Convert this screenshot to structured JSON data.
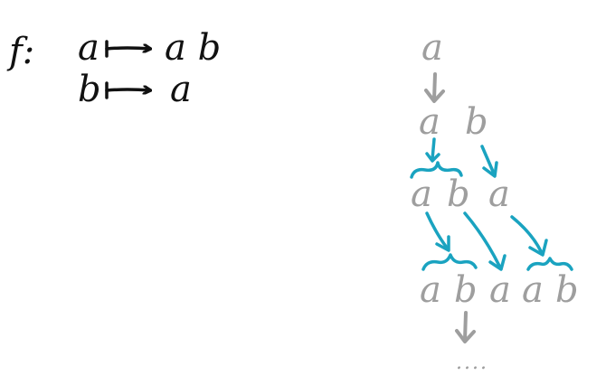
{
  "definition": {
    "function_name": "f:",
    "rules": [
      {
        "input": "a",
        "output": "a b"
      },
      {
        "input": "b",
        "output": "a"
      }
    ]
  },
  "tree": {
    "rows": [
      [
        "a"
      ],
      [
        "a",
        "b"
      ],
      [
        "a",
        "b",
        "a"
      ],
      [
        "a",
        "b",
        "a",
        "a",
        "b"
      ]
    ],
    "continuation": "...."
  },
  "colors": {
    "ink": "#111111",
    "tree_text": "#9e9e9e",
    "arrow_accent": "#1aa3c0"
  },
  "icons": {
    "rule_arrow": "mapsto-arrow-icon",
    "step_arrow": "down-arrow-icon",
    "rewrite_arrow": "rewrite-arrow-icon",
    "grouping_brace": "brace-icon"
  }
}
